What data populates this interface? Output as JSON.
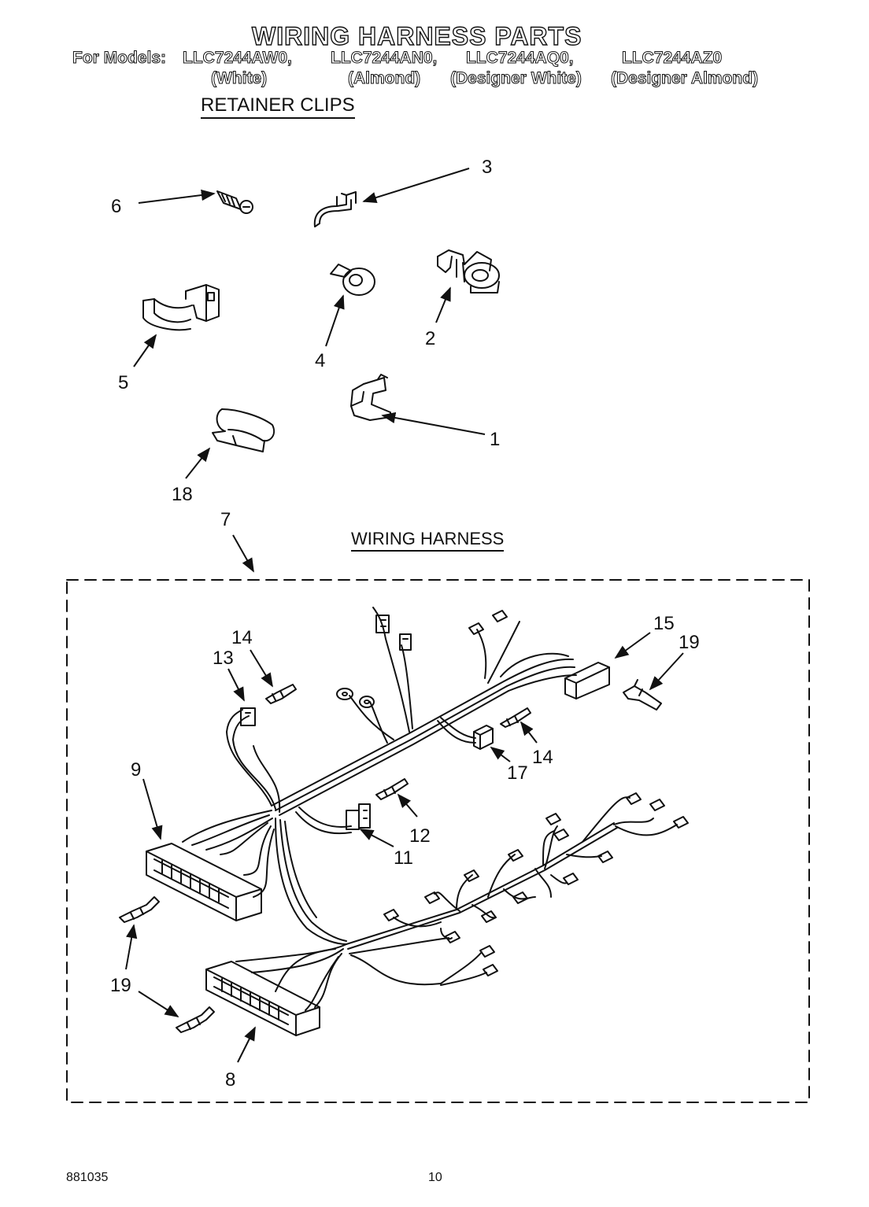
{
  "header": {
    "title": "WIRING HARNESS PARTS",
    "models_prefix": "For Models:",
    "models": [
      {
        "model": "LLC7244AW0,",
        "color": "(White)"
      },
      {
        "model": "LLC7244AN0,",
        "color": "(Almond)"
      },
      {
        "model": "LLC7244AQ0,",
        "color": "(Designer White)"
      },
      {
        "model": "LLC7244AZ0",
        "color": "(Designer Almond)"
      }
    ]
  },
  "sections": {
    "retainer_clips": "RETAINER CLIPS",
    "wiring_harness": "WIRING HARNESS"
  },
  "callouts": {
    "c1": "1",
    "c2": "2",
    "c3": "3",
    "c4": "4",
    "c5": "5",
    "c6": "6",
    "c7": "7",
    "c8": "8",
    "c9": "9",
    "c11": "11",
    "c12": "12",
    "c13": "13",
    "c14a": "14",
    "c14b": "14",
    "c15": "15",
    "c17": "17",
    "c18": "18",
    "c19a": "19",
    "c19b": "19"
  },
  "footer": {
    "doc_number": "881035",
    "page_number": "10"
  }
}
